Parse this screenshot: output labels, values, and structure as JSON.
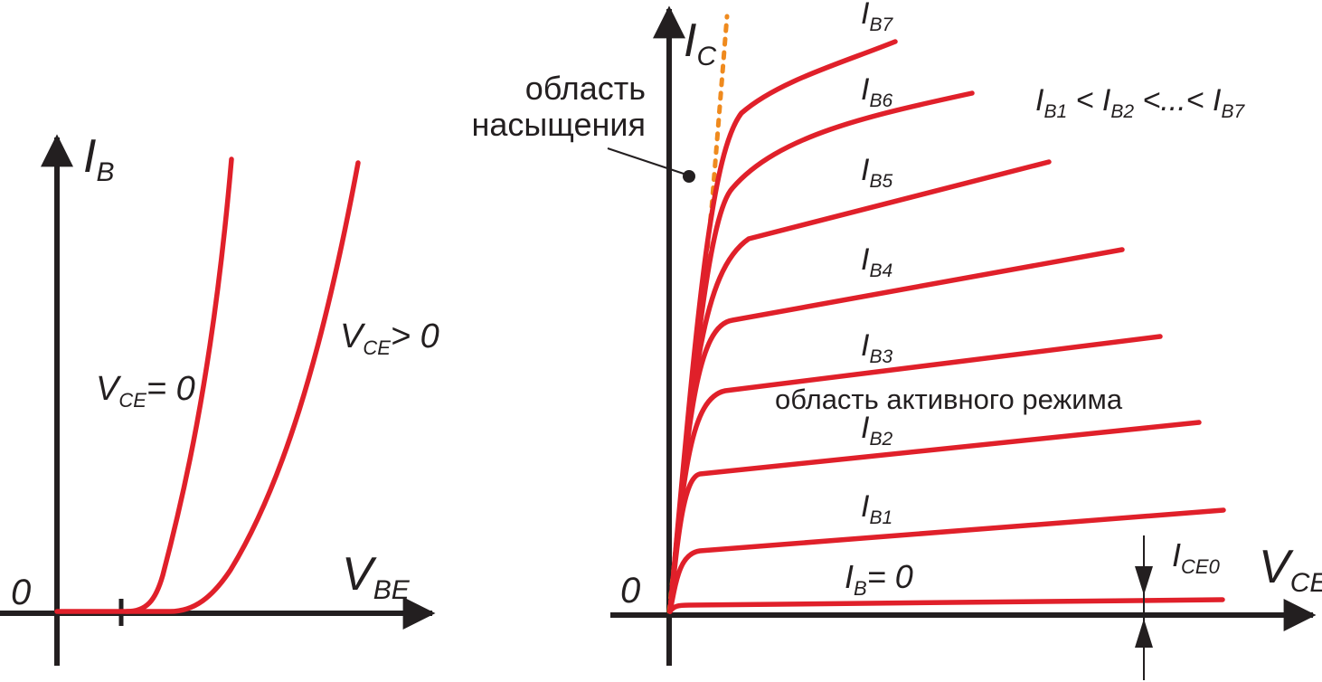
{
  "left_chart": {
    "y_axis": {
      "main": "I",
      "sub": "B"
    },
    "x_axis": {
      "main": "V",
      "sub": "BE"
    },
    "origin": "0",
    "curves": [
      {
        "label_main": "V",
        "label_sub": "CE",
        "label_tail": "= 0"
      },
      {
        "label_main": "V",
        "label_sub": "CE",
        "label_tail": "> 0"
      }
    ]
  },
  "right_chart": {
    "y_axis": {
      "main": "I",
      "sub": "C"
    },
    "x_axis": {
      "main": "V",
      "sub": "CE"
    },
    "origin": "0",
    "saturation_label": [
      "область",
      "насыщения"
    ],
    "active_label": "область активного режима",
    "leakage_label": {
      "main": "I",
      "sub": "CE0"
    },
    "zero_curve_label": {
      "main": "I",
      "sub": "B",
      "tail": "= 0"
    },
    "curves": [
      {
        "main": "I",
        "sub": "B1"
      },
      {
        "main": "I",
        "sub": "B2"
      },
      {
        "main": "I",
        "sub": "B3"
      },
      {
        "main": "I",
        "sub": "B4"
      },
      {
        "main": "I",
        "sub": "B5"
      },
      {
        "main": "I",
        "sub": "B6"
      },
      {
        "main": "I",
        "sub": "B7"
      }
    ],
    "inequality": {
      "t1": "I",
      "s1": "B1",
      "op1": " < ",
      "t2": "I",
      "s2": "B2",
      "op2": " <...< ",
      "t3": "I",
      "s3": "B7"
    }
  },
  "colors": {
    "curve": "#e0202a",
    "saturation": "#ef8a1e",
    "axis": "#231f20"
  }
}
